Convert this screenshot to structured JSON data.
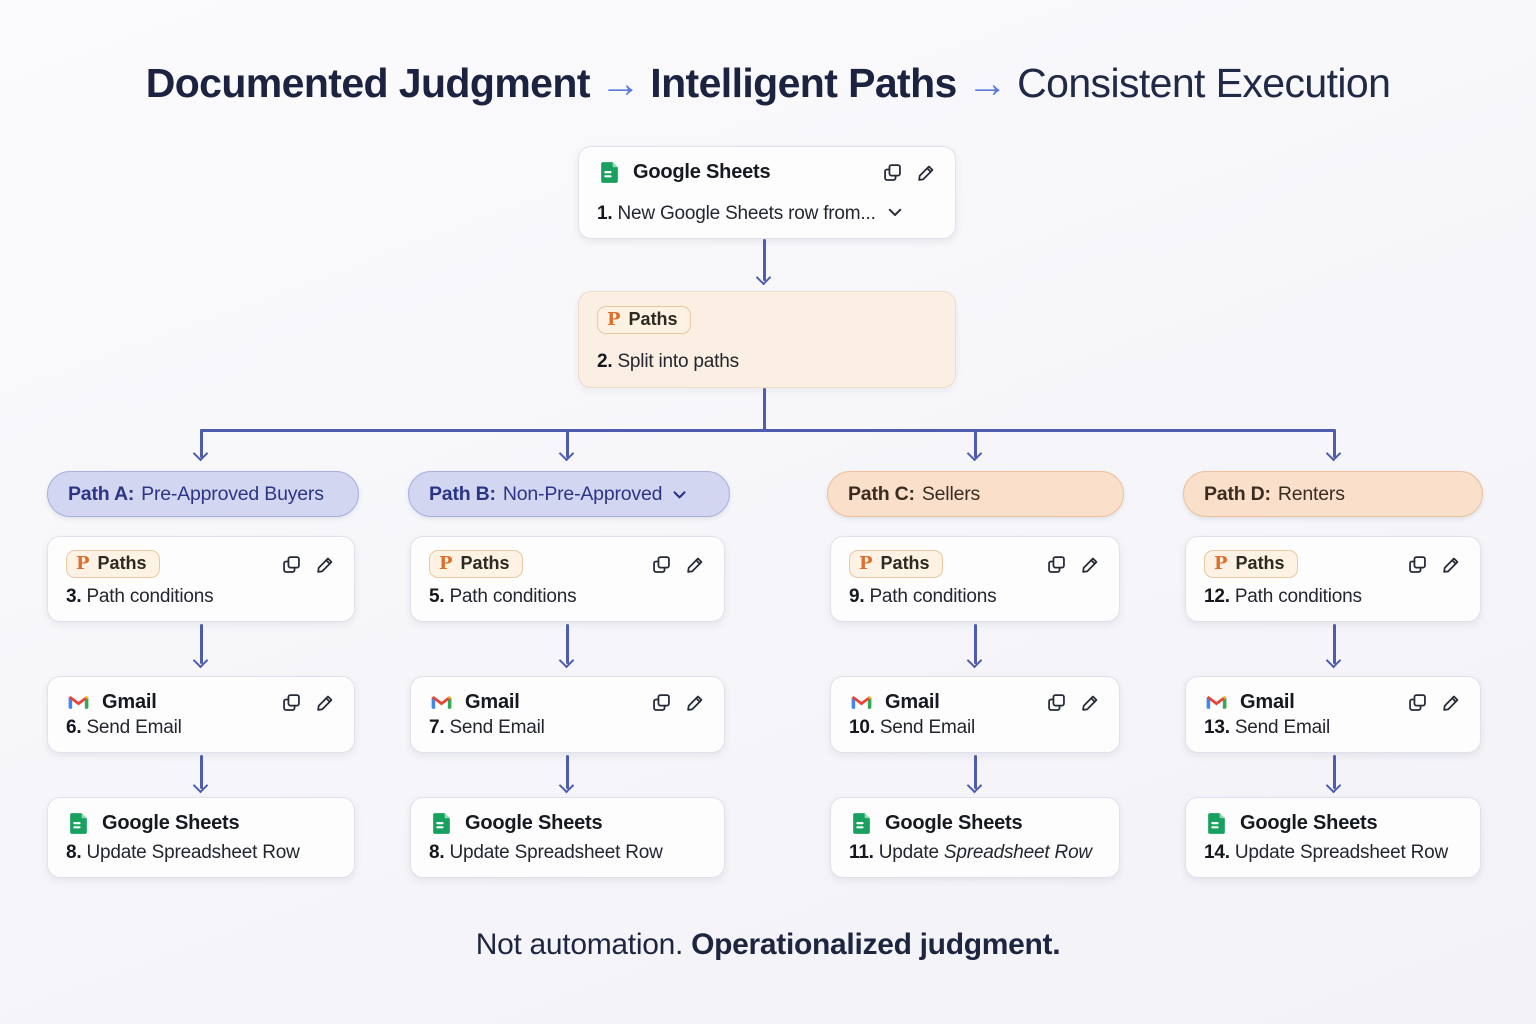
{
  "title": {
    "part1": "Documented Judgment",
    "arrow1": "→",
    "part2": "Intelligent Paths",
    "arrow2": "→",
    "part3": "Consistent Execution"
  },
  "trigger": {
    "app": "Google Sheets",
    "app_icon": "google-sheets-icon",
    "step_number": "1.",
    "label": "New Google Sheets row from...",
    "action_icons": [
      "duplicate-icon",
      "edit-icon"
    ],
    "expander_icon": "chevron-down-icon"
  },
  "split": {
    "badge_label": "Paths",
    "badge_icon": "paths-icon",
    "step_number": "2.",
    "label": "Split into paths"
  },
  "icons": {
    "paths_letter": "P"
  },
  "paths": [
    {
      "name": "Path A",
      "header": {
        "prefix": "Path A:",
        "label": "Pre-Approved Buyers",
        "theme": "indigo"
      },
      "steps": [
        {
          "kind": "paths",
          "badge": "Paths",
          "step": "3.",
          "label": "Path conditions"
        },
        {
          "kind": "gmail",
          "app": "Gmail",
          "step": "6.",
          "label": "Send Email"
        },
        {
          "kind": "sheets",
          "app": "Google Sheets",
          "step": "8.",
          "label": "Update Spreadsheet Row"
        }
      ]
    },
    {
      "name": "Path B",
      "header": {
        "prefix": "Path B:",
        "label": "Non-Pre-Approved",
        "theme": "indigo",
        "expander_icon": "chevron-down-icon"
      },
      "steps": [
        {
          "kind": "paths",
          "badge": "Paths",
          "step": "5.",
          "label": "Path conditions"
        },
        {
          "kind": "gmail",
          "app": "Gmail",
          "step": "7.",
          "label": "Send Email"
        },
        {
          "kind": "sheets",
          "app": "Google Sheets",
          "step": "8.",
          "label": "Update Spreadsheet Row"
        }
      ]
    },
    {
      "name": "Path C",
      "header": {
        "prefix": "Path C:",
        "label": "Sellers",
        "theme": "peach"
      },
      "steps": [
        {
          "kind": "paths",
          "badge": "Paths",
          "step": "9.",
          "label": "Path conditions"
        },
        {
          "kind": "gmail",
          "app": "Gmail",
          "step": "10.",
          "label": "Send Email"
        },
        {
          "kind": "sheets",
          "app": "Google Sheets",
          "step": "11.",
          "label_prefix": "Update ",
          "label_italic": "Spreadsheet Row"
        }
      ]
    },
    {
      "name": "Path D",
      "header": {
        "prefix": "Path D:",
        "label": "Renters",
        "theme": "peach"
      },
      "steps": [
        {
          "kind": "paths",
          "badge": "Paths",
          "step": "12.",
          "label": "Path conditions"
        },
        {
          "kind": "gmail",
          "app": "Gmail",
          "step": "13.",
          "label": "Send Email"
        },
        {
          "kind": "sheets",
          "app": "Google Sheets",
          "step": "14.",
          "label": "Update Spreadsheet Row"
        }
      ]
    }
  ],
  "footer": {
    "part1": "Not automation.",
    "part2": "Operationalized judgment."
  },
  "colors": {
    "connector": "#4d5cae",
    "title_text": "#1c2340",
    "title_arrow": "#5b79d8",
    "indigo_pill_bg": "#d3d6f1",
    "indigo_pill_border": "#a9b0df",
    "indigo_pill_text": "#2c3585",
    "peach_pill_bg": "#fadfca",
    "peach_pill_border": "#eec19c",
    "split_node_bg": "#fbeee3",
    "paths_badge_bg": "#fdf2e4",
    "paths_badge_border": "#e9c8a2",
    "paths_p_orange": "#df6f2c",
    "sheets_green": "#17a05e",
    "gmail_red": "#ea4335",
    "gmail_blue": "#4285f4",
    "gmail_green": "#34a853"
  }
}
